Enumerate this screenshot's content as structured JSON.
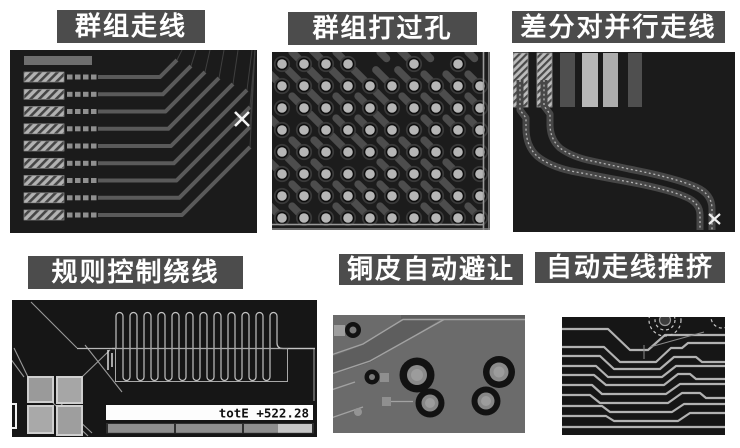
{
  "panels": [
    {
      "id": "group-routing",
      "label": "群组走线"
    },
    {
      "id": "group-via-drilling",
      "label": "群组打过孔"
    },
    {
      "id": "diff-pair-parallel",
      "label": "差分对并行走线"
    },
    {
      "id": "rule-controlled-meander",
      "label": "规则控制绕线",
      "status_text": "totE +522.28"
    },
    {
      "id": "copper-auto-avoid",
      "label": "铜皮自动避让"
    },
    {
      "id": "auto-route-push-shove",
      "label": "自动走线推挤"
    }
  ],
  "colors": {
    "caption_bg": "#4c4c4c",
    "caption_text": "#ffffff",
    "board_dark": "#1a1a1a",
    "copper_pour": "#6b6b6b",
    "trace_gray": "#5a5a5a",
    "via_pad": "#b6b6b6",
    "statusbar_bg": "#fdfdfd"
  }
}
